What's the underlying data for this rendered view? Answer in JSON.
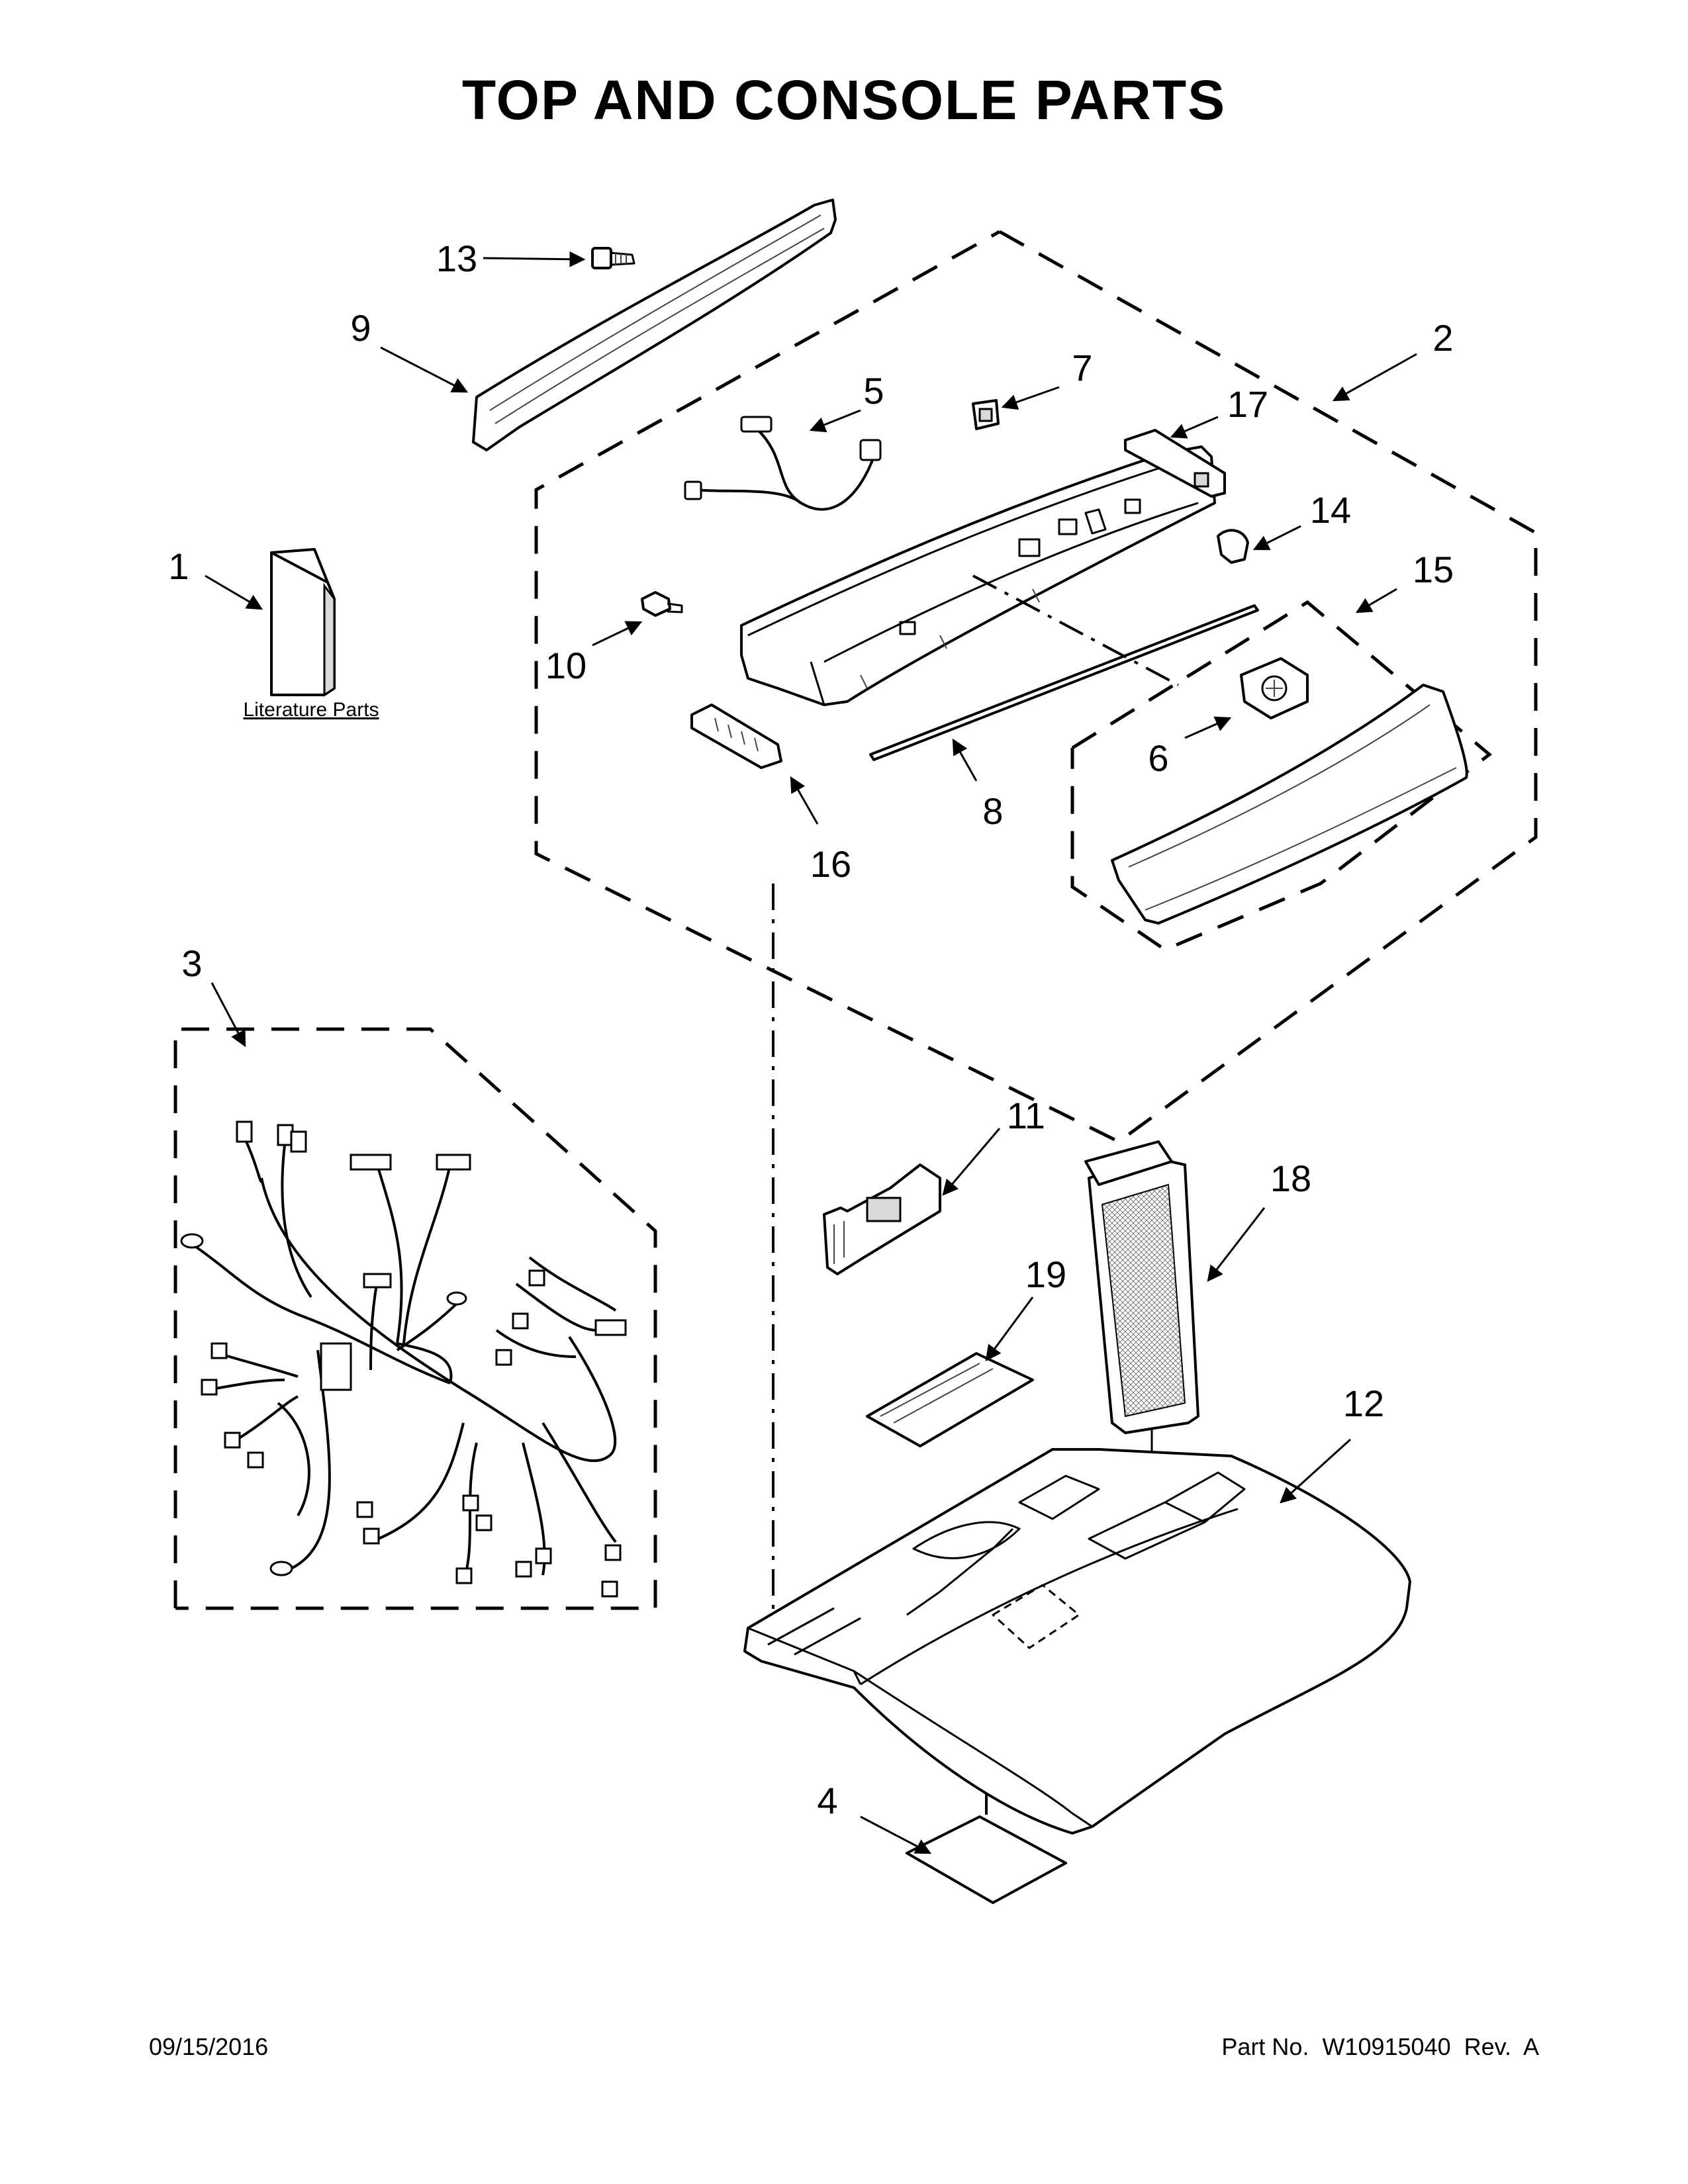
{
  "title": "TOP AND CONSOLE PARTS",
  "callouts": {
    "c1": "1",
    "c2": "2",
    "c3": "3",
    "c4": "4",
    "c5": "5",
    "c6": "6",
    "c7": "7",
    "c8": "8",
    "c9": "9",
    "c10": "10",
    "c11": "11",
    "c12": "12",
    "c13": "13",
    "c14": "14",
    "c15": "15",
    "c16": "16",
    "c17": "17",
    "c18": "18",
    "c19": "19"
  },
  "literature_label": "Literature Parts",
  "footer": {
    "date": "09/15/2016",
    "part_number": "Part No.  W10915040  Rev.  A"
  }
}
